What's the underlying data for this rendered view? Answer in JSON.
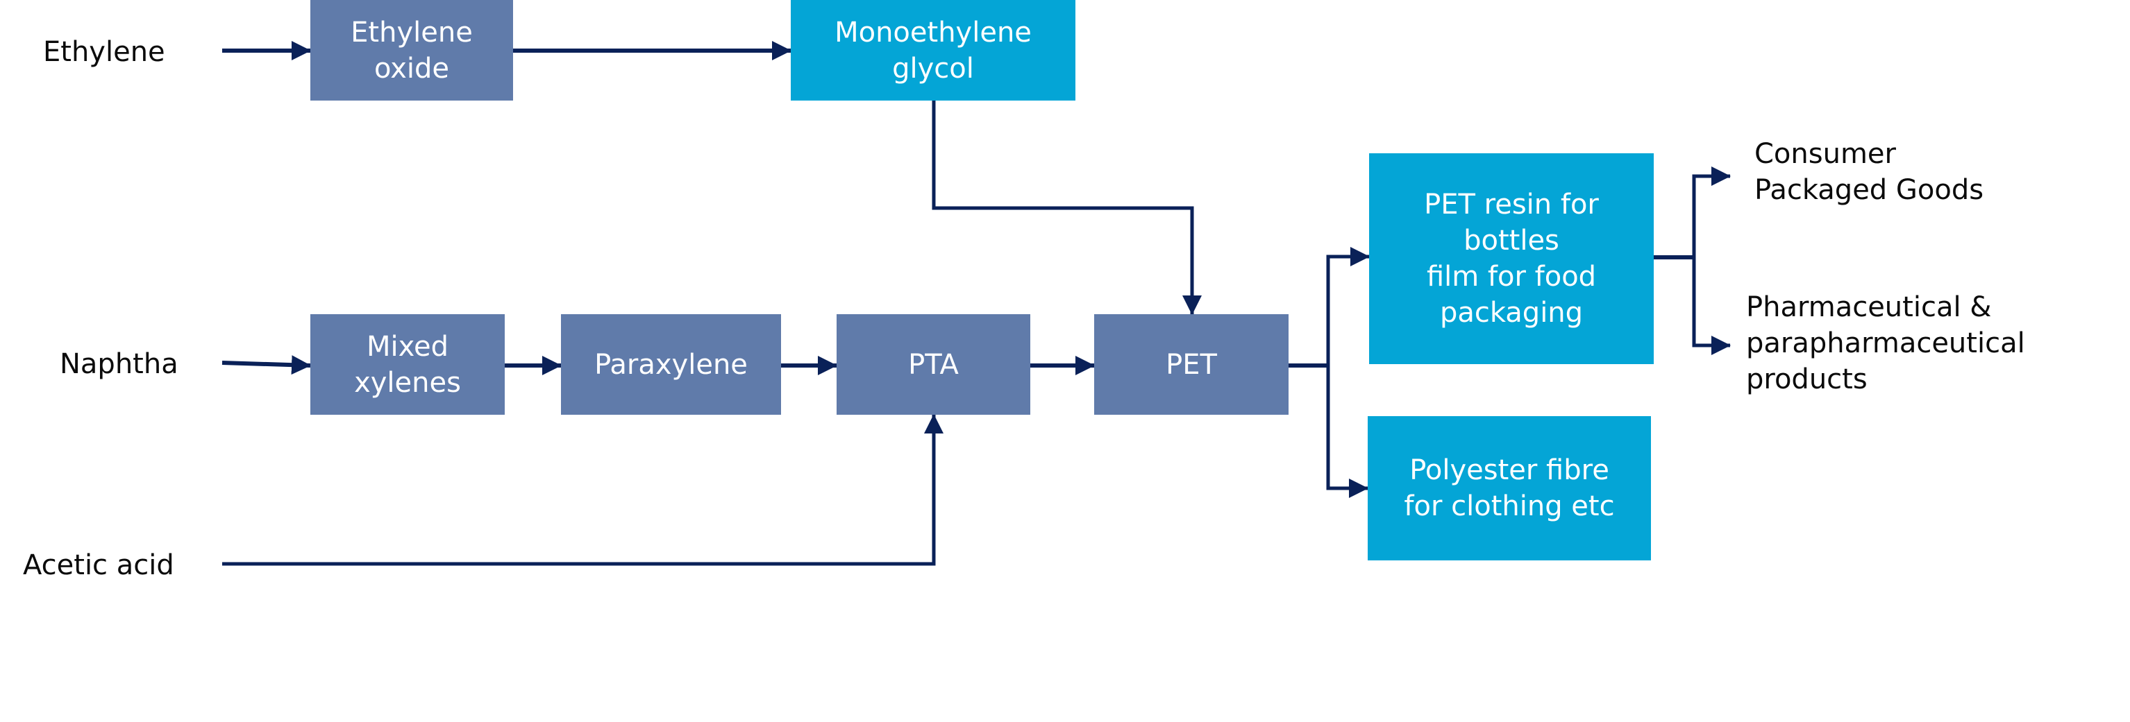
{
  "colors": {
    "process_box": "#607BAA",
    "product_box": "#04A5D6",
    "arrow": "#0A2158",
    "box_text": "#FFFFFF",
    "label_text": "#0B0B0B"
  },
  "inputs": {
    "ethylene": "Ethylene",
    "naphtha": "Naphtha",
    "acetic_acid": "Acetic acid"
  },
  "nodes": {
    "ethylene_oxide": "Ethylene\noxide",
    "monoethylene_glycol": "Monoethylene\nglycol",
    "mixed_xylenes": "Mixed\nxylenes",
    "paraxylene": "Paraxylene",
    "pta": "PTA",
    "pet": "PET",
    "pet_resin": "PET resin for\nbottles\nfilm for food\npackaging",
    "polyester_fibre": "Polyester fibre\nfor clothing etc"
  },
  "outputs": {
    "consumer_goods": "Consumer\nPackaged Goods",
    "pharma": "Pharmaceutical &\nparapharmaceutical\nproducts"
  },
  "edges": [
    {
      "from": "Ethylene",
      "to": "Ethylene oxide"
    },
    {
      "from": "Ethylene oxide",
      "to": "Monoethylene glycol"
    },
    {
      "from": "Monoethylene glycol",
      "to": "PET"
    },
    {
      "from": "Naphtha",
      "to": "Mixed xylenes"
    },
    {
      "from": "Mixed xylenes",
      "to": "Paraxylene"
    },
    {
      "from": "Paraxylene",
      "to": "PTA"
    },
    {
      "from": "Acetic acid",
      "to": "PTA"
    },
    {
      "from": "PTA",
      "to": "PET"
    },
    {
      "from": "PET",
      "to": "PET resin for bottles film for food packaging"
    },
    {
      "from": "PET",
      "to": "Polyester fibre for clothing etc"
    },
    {
      "from": "PET resin for bottles film for food packaging",
      "to": "Consumer Packaged Goods"
    },
    {
      "from": "PET resin for bottles film for food packaging",
      "to": "Pharmaceutical & parapharmaceutical products"
    }
  ]
}
